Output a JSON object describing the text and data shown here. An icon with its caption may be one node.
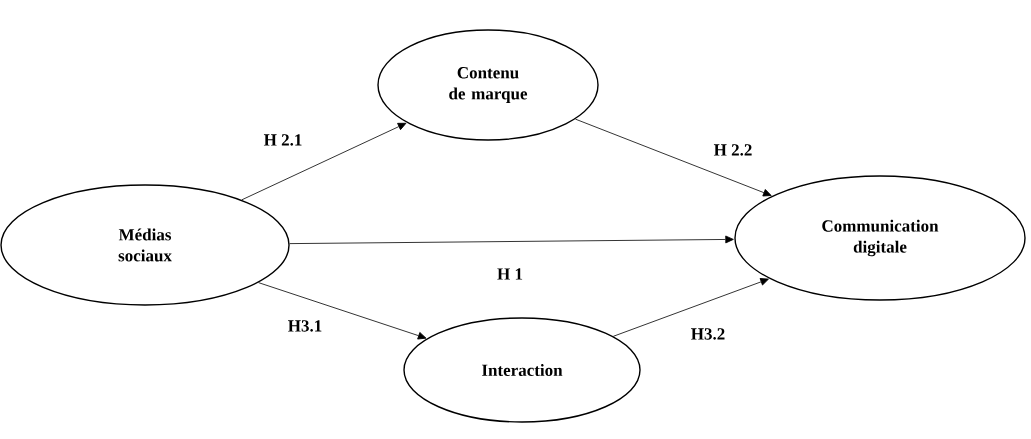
{
  "diagram": {
    "nodes": [
      {
        "text": [
          "Médias sociaux"
        ]
      },
      {
        "text": [
          "Contenu de marque"
        ]
      },
      {
        "text": [
          "Communication digitale"
        ]
      },
      {
        "text": [
          "Interaction"
        ]
      }
    ],
    "edges": [
      {
        "from": 0,
        "to": 1,
        "arrow": "to",
        "label": "H 2.1"
      },
      {
        "from": 1,
        "to": 2,
        "arrow": "to",
        "label": "H 2.2"
      },
      {
        "from": 0,
        "to": 2,
        "arrow": "to",
        "label": "H 1"
      },
      {
        "from": 0,
        "to": 3,
        "arrow": "to",
        "label": "H3.1"
      },
      {
        "from": 3,
        "to": 2,
        "arrow": "to",
        "label": "H3.2"
      }
    ]
  }
}
